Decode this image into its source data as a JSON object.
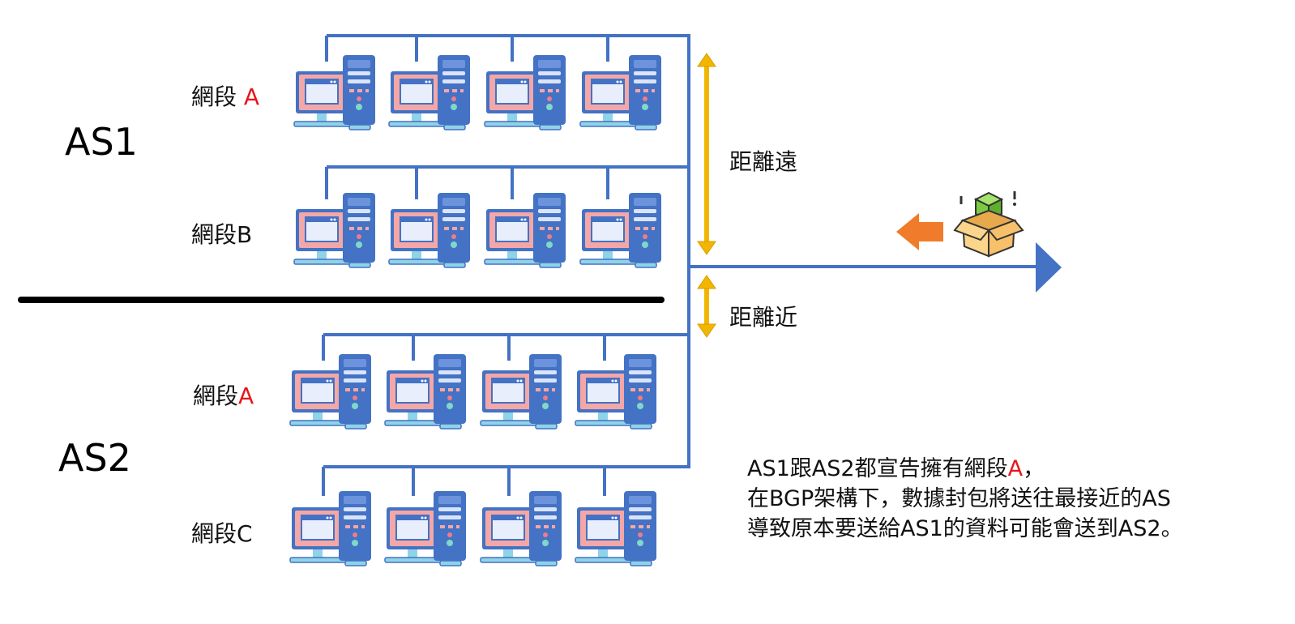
{
  "as_labels": {
    "as1": "AS1",
    "as2": "AS2"
  },
  "segments": {
    "as1_a": {
      "prefix": "網段",
      "suffix": "A"
    },
    "as1_b": {
      "prefix": "網段",
      "suffix": "B"
    },
    "as2_a": {
      "prefix": "網段",
      "suffix": "A"
    },
    "as2_c": {
      "prefix": "網段",
      "suffix": "C"
    }
  },
  "distance": {
    "far": "距離遠",
    "near": "距離近"
  },
  "caption": {
    "line1_pre": "AS1跟AS2都宣告擁有網段",
    "line1_highlight": "A",
    "line1_post": "，",
    "line2": "在BGP架構下，數據封包將送往最接近的AS",
    "line3": "導致原本要送給AS1的資料可能會送到AS2。"
  },
  "colors": {
    "line_blue": "#4472c4",
    "highlight_red": "#e8141b",
    "arrow_gold": "#f2b600",
    "arrow_orange": "#f07b2a",
    "divider": "#000000"
  },
  "icons": {
    "computer": "desktop-computer-icon",
    "package": "package-box-icon",
    "incoming": "left-arrow-icon"
  }
}
